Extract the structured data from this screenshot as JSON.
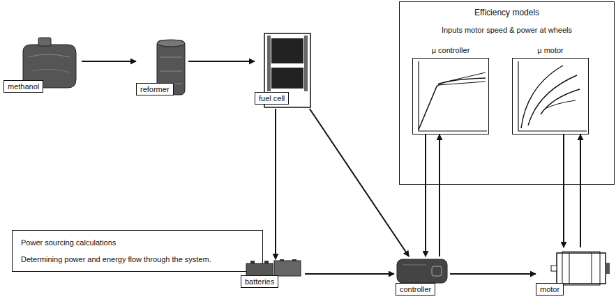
{
  "diagram": {
    "nodes": [
      {
        "text": [
          "Efficiency models",
          "Inputs motor speed & power at wheels"
        ]
      },
      {
        "text": [
          "μ controller"
        ],
        "in": 0
      },
      {
        "text": [
          "μ motor"
        ],
        "in": 0
      },
      {
        "text": [
          "methanol"
        ]
      },
      {
        "text": [
          "reformer"
        ]
      },
      {
        "text": [
          "fuel cell"
        ]
      },
      {
        "text": [
          "Power sourcing calculations",
          "Determining power and energy flow through the system."
        ]
      },
      {
        "text": [
          "batteries"
        ]
      },
      {
        "text": [
          "controller"
        ]
      },
      {
        "text": [
          "motor"
        ]
      }
    ],
    "edges": [
      {
        "from": 3,
        "to": 4,
        "arrow": "to"
      },
      {
        "from": 4,
        "to": 5,
        "arrow": "to"
      },
      {
        "from": 5,
        "to": 7,
        "arrow": "to"
      },
      {
        "from": 5,
        "to": 8,
        "arrow": "to"
      },
      {
        "from": 7,
        "to": 8,
        "arrow": "to"
      },
      {
        "from": 8,
        "to": 9,
        "arrow": "to"
      },
      {
        "from": 1,
        "to": 8,
        "arrow": "to"
      },
      {
        "from": 8,
        "to": 1,
        "arrow": "to"
      },
      {
        "from": 2,
        "to": 9,
        "arrow": "to"
      },
      {
        "from": 9,
        "to": 2,
        "arrow": "to"
      }
    ]
  }
}
